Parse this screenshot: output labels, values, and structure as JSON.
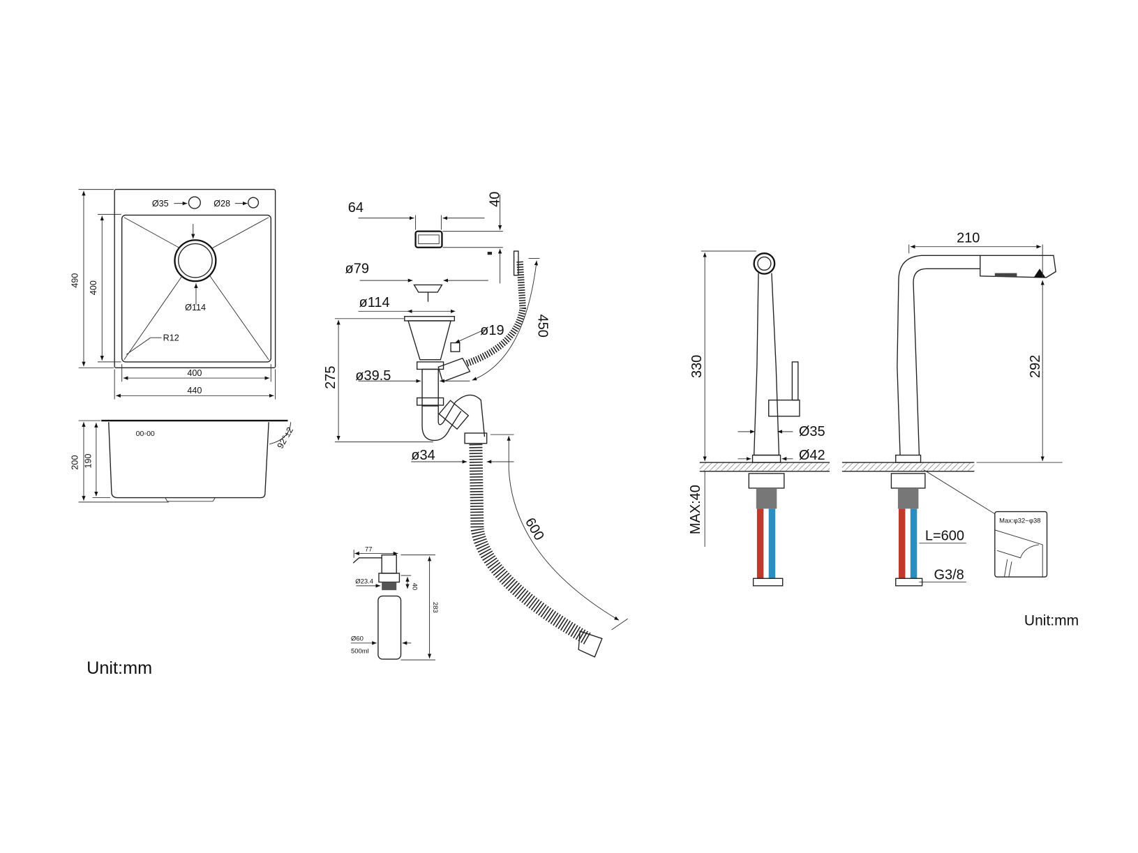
{
  "sink_top": {
    "hole1": "Ø35",
    "hole2": "Ø28",
    "drain": "Ø114",
    "radius": "R12",
    "overall_depth": "490",
    "inner_depth": "400",
    "inner_width": "400",
    "overall_width": "440"
  },
  "sink_side": {
    "overall_height": "200",
    "bowl_height": "190",
    "angle": "92°±2",
    "label": "00◦00"
  },
  "drain": {
    "overflow_width": "64",
    "overflow_height": "40",
    "strainer": "ø79",
    "flange": "ø114",
    "overflow_hose_length": "450",
    "overflow_dia": "ø19",
    "pipe_dia": "ø39.5",
    "height": "275",
    "outlet_dia": "ø34",
    "outlet_hose_length": "600"
  },
  "soap_dispenser": {
    "spout": "77",
    "thread": "Ø23.4",
    "thread_height": "40",
    "total_height": "283",
    "bottle_dia": "Ø60",
    "volume": "500ml"
  },
  "faucet_front": {
    "height": "330",
    "body_dia": "Ø35",
    "base_dia": "Ø42",
    "max_thickness": "MAX:40"
  },
  "faucet_side": {
    "reach": "210",
    "spout_height": "292",
    "hose_length": "L=600",
    "connection": "G3/8",
    "detail": "Max:φ32~φ38"
  },
  "unit_left": "Unit:mm",
  "unit_right": "Unit:mm"
}
